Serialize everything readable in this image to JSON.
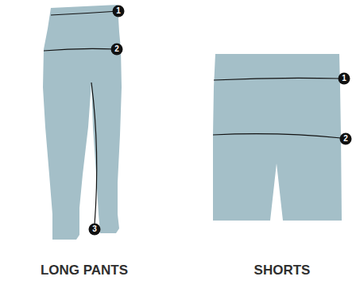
{
  "diagram": {
    "labels": [
      "1",
      "2",
      "3",
      "LONG PANTS",
      "1",
      "2",
      "SHORTS"
    ]
  }
}
